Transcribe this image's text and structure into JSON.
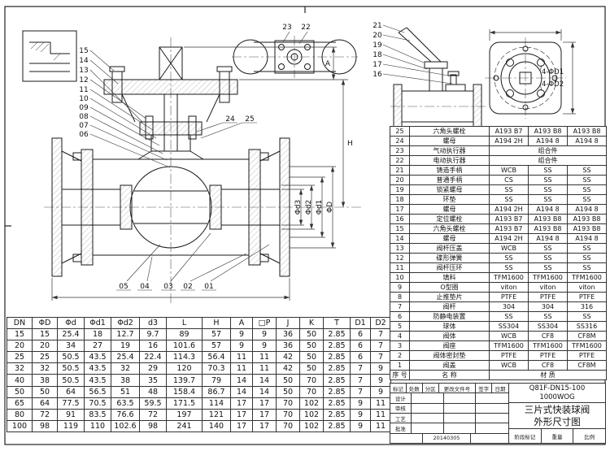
{
  "drawing": {
    "left_labels": [
      "15",
      "14",
      "13",
      "12",
      "11",
      "10",
      "09",
      "08",
      "07",
      "06"
    ],
    "top_view_labels": [
      "23",
      "22"
    ],
    "handle_labels": [
      "21",
      "20",
      "19",
      "18",
      "17",
      "16"
    ],
    "gland_bolt_labels": [
      "24",
      "25"
    ],
    "bottom_labels": [
      "05",
      "04",
      "03",
      "02",
      "01"
    ],
    "dim_labels": {
      "d3": "Φd3",
      "d2": "Φd2",
      "d1": "Φd1",
      "D": "ΦD",
      "H": "H",
      "A": "A"
    },
    "hole_labels": [
      "4-ΦD1",
      "4-ΦD2"
    ]
  },
  "dim_table": {
    "rows": [
      [
        "DN",
        "ΦD",
        "Φd",
        "Φd1",
        "Φd2",
        "d3",
        "L",
        "H",
        "A",
        "□P",
        "J",
        "K",
        "T",
        "D1",
        "D2"
      ],
      [
        "15",
        "15",
        "25.4",
        "18",
        "12.7",
        "9.7",
        "89",
        "57",
        "9",
        "9",
        "36",
        "50",
        "2.85",
        "6",
        "7"
      ],
      [
        "20",
        "20",
        "34",
        "27",
        "19",
        "16",
        "101.6",
        "57",
        "9",
        "9",
        "36",
        "50",
        "2.85",
        "6",
        "7"
      ],
      [
        "25",
        "25",
        "50.5",
        "43.5",
        "25.4",
        "22.4",
        "114.3",
        "56.4",
        "11",
        "11",
        "42",
        "50",
        "2.85",
        "6",
        "7"
      ],
      [
        "32",
        "32",
        "50.5",
        "43.5",
        "32",
        "29",
        "120",
        "70.3",
        "11",
        "11",
        "42",
        "50",
        "2.85",
        "7",
        "9"
      ],
      [
        "40",
        "38",
        "50.5",
        "43.5",
        "38",
        "35",
        "139.7",
        "79",
        "14",
        "14",
        "50",
        "70",
        "2.85",
        "7",
        "9"
      ],
      [
        "50",
        "50",
        "64",
        "56.5",
        "51",
        "48",
        "158.4",
        "86.7",
        "14",
        "14",
        "50",
        "70",
        "2.85",
        "7",
        "9"
      ],
      [
        "65",
        "64",
        "77.5",
        "70.5",
        "63.5",
        "59.5",
        "171.5",
        "114",
        "17",
        "17",
        "70",
        "102",
        "2.85",
        "9",
        "11"
      ],
      [
        "80",
        "72",
        "91",
        "83.5",
        "76.6",
        "72",
        "197",
        "121",
        "17",
        "17",
        "70",
        "102",
        "2.85",
        "9",
        "11"
      ],
      [
        "100",
        "98",
        "119",
        "110",
        "102.6",
        "98",
        "241",
        "140",
        "17",
        "17",
        "70",
        "102",
        "2.85",
        "9",
        "11"
      ]
    ]
  },
  "parts_table": {
    "rows": [
      [
        "25",
        "六角头螺栓",
        "A193 B7",
        "A193 B8",
        "A193 B8"
      ],
      [
        "24",
        "螺母",
        "A194 2H",
        "A194 8",
        "A194 8"
      ],
      [
        "23",
        "气动执行器",
        {
          "t": "组合件",
          "c": 3
        }
      ],
      [
        "22",
        "电动执行器",
        {
          "t": "组合件",
          "c": 3
        }
      ],
      [
        "21",
        "铸造手柄",
        "WCB",
        "SS",
        "SS"
      ],
      [
        "20",
        "普通手柄",
        "CS",
        "SS",
        "SS"
      ],
      [
        "19",
        "锁紧螺母",
        "SS",
        "SS",
        "SS"
      ],
      [
        "18",
        "环垫",
        "SS",
        "SS",
        "SS"
      ],
      [
        "17",
        "螺母",
        "A194 2H",
        "A194 8",
        "A194 8"
      ],
      [
        "16",
        "定位螺栓",
        "A193 B7",
        "A193 B8",
        "A193 B8"
      ],
      [
        "15",
        "六角头螺栓",
        "A193 B7",
        "A193 B8",
        "A193 B8"
      ],
      [
        "14",
        "螺母",
        "A194 2H",
        "A194 8",
        "A194 8"
      ],
      [
        "13",
        "阀杆压盖",
        "WCB",
        "SS",
        "SS"
      ],
      [
        "12",
        "碟形弹簧",
        "SS",
        "SS",
        "SS"
      ],
      [
        "11",
        "阀杆压环",
        "SS",
        "SS",
        "SS"
      ],
      [
        "10",
        "填料",
        "TFM1600",
        "TFM1600",
        "TFM1600"
      ],
      [
        "9",
        "O型圈",
        "viton",
        "viton",
        "viton"
      ],
      [
        "8",
        "止推垫片",
        "PTFE",
        "PTFE",
        "PTFE"
      ],
      [
        "7",
        "阀杆",
        "304",
        "304",
        "316"
      ],
      [
        "6",
        "防静电装置",
        "SS",
        "SS",
        "SS"
      ],
      [
        "5",
        "球体",
        "SS304",
        "SS304",
        "SS316"
      ],
      [
        "4",
        "阀体",
        "WCB",
        "CF8",
        "CF8M"
      ],
      [
        "3",
        "阀座",
        "TFM1600",
        "TFM1600",
        "TFM1600"
      ],
      [
        "2",
        "阀体密封垫",
        "PTFE",
        "PTFE",
        "PTFE"
      ],
      [
        "1",
        "阀盖",
        "WCB",
        "CF8",
        "CF8M"
      ],
      [
        "序 号",
        "名  称",
        {
          "t": "材  质",
          "c": 3
        }
      ]
    ]
  },
  "title_block": {
    "model": "Q81F-DN15-100",
    "pressure_rating": "1000WOG",
    "title_line1": "三片式快装球阀",
    "title_line2": "外形尺寸图",
    "rev_header": [
      "标记",
      "处数",
      "分区",
      "更改文件号",
      "签字",
      "日期"
    ],
    "sign_labels": [
      "设计",
      "审核",
      "工艺",
      "批准"
    ],
    "stage_label": "阶段标记",
    "weight_label": "重量",
    "scale_label": "比例",
    "date": "20140305"
  }
}
